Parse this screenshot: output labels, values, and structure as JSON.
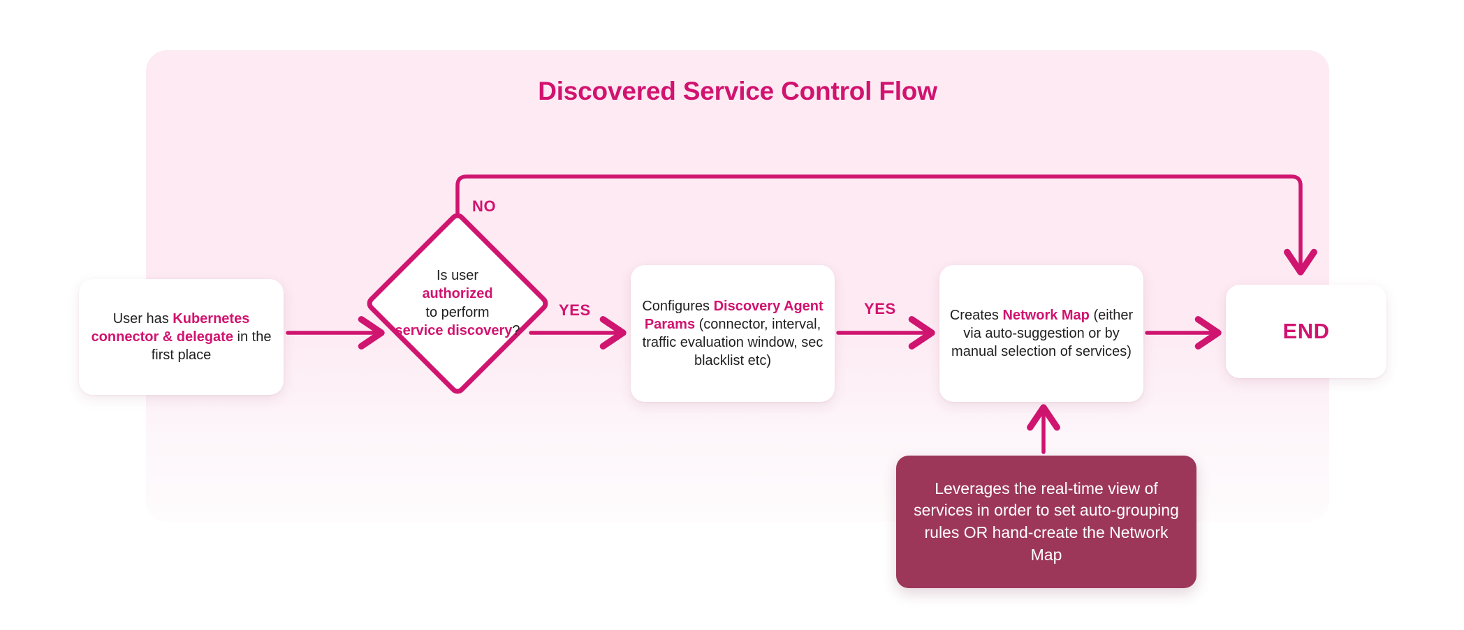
{
  "diagram": {
    "title": "Discovered Service Control Flow",
    "colors": {
      "accent": "#d1136f",
      "stroke": "#cf156f",
      "panel_bg": "#fdeaf3",
      "note_bg": "#9d3759",
      "node_bg": "#ffffff",
      "text": "#1f1f1f",
      "note_text": "#ffffff"
    },
    "nodes": {
      "user": {
        "shape": "rounded-rect",
        "lines": [
          {
            "text": "User has ",
            "accent": false
          },
          {
            "text": "Kubernetes connector & delegate",
            "accent": true
          },
          {
            "text": " in the first place",
            "accent": false
          }
        ],
        "plain_text": "User has Kubernetes connector & delegate in the first place"
      },
      "decision": {
        "shape": "diamond",
        "lines": [
          {
            "text": "Is user",
            "accent": false
          },
          {
            "text": "authorized",
            "accent": true
          },
          {
            "text": "to perform",
            "accent": false
          },
          {
            "text": "service discovery",
            "accent": true
          },
          {
            "text": "?",
            "accent": false
          }
        ],
        "plain_text": "Is user authorized to perform service discovery?"
      },
      "configure": {
        "shape": "rounded-rect",
        "lines": [
          {
            "text": "Configures ",
            "accent": false
          },
          {
            "text": "Discovery Agent Params",
            "accent": true
          },
          {
            "text": " (connector, interval, traffic evaluation window, sec blacklist etc)",
            "accent": false
          }
        ],
        "plain_text": "Configures Discovery Agent Params (connector, interval, traffic evaluation window, sec blacklist etc)"
      },
      "network_map": {
        "shape": "rounded-rect",
        "lines": [
          {
            "text": "Creates ",
            "accent": false
          },
          {
            "text": "Network Map",
            "accent": true
          },
          {
            "text": " (either via auto-suggestion or by manual selection of services)",
            "accent": false
          }
        ],
        "plain_text": "Creates Network Map (either via auto-suggestion or by manual selection of services)"
      },
      "end": {
        "shape": "rounded-rect",
        "label": "END"
      },
      "note": {
        "shape": "rounded-rect-filled",
        "text": "Leverages the real-time view of services in order to set auto-grouping rules OR hand-create the Network Map"
      }
    },
    "edge_labels": {
      "no": "NO",
      "yes_1": "YES",
      "yes_2": "YES"
    },
    "edges": [
      {
        "from": "user",
        "to": "decision",
        "label": ""
      },
      {
        "from": "decision",
        "to": "configure",
        "label": "YES"
      },
      {
        "from": "decision",
        "to": "end",
        "label": "NO"
      },
      {
        "from": "configure",
        "to": "network_map",
        "label": "YES"
      },
      {
        "from": "network_map",
        "to": "end",
        "label": ""
      },
      {
        "from": "note",
        "to": "network_map",
        "label": ""
      }
    ]
  }
}
